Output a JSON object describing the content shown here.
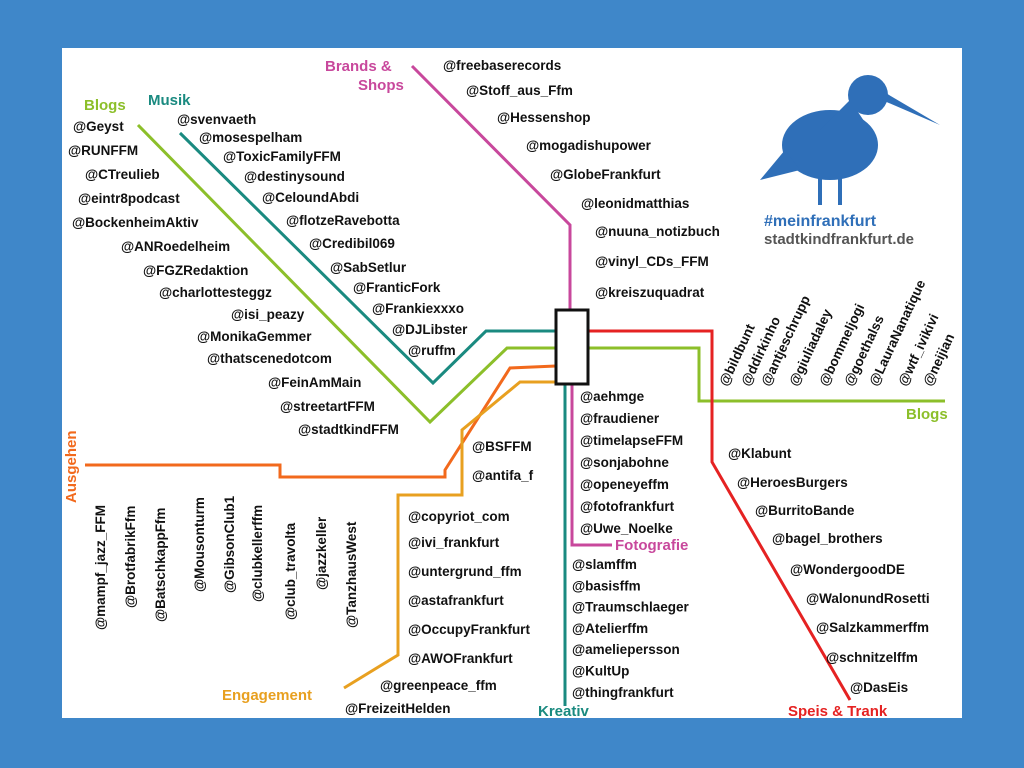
{
  "colors": {
    "background": "#3f87c9",
    "blogs": "#8cbf2a",
    "musik": "#1a8a80",
    "brands": "#c8489c",
    "ausgehen": "#f2691c",
    "engagement": "#e8a020",
    "speis": "#e52222",
    "fotografie": "#c8489c",
    "kreativ": "#1a8a80",
    "logo_blue": "#2f6fb8",
    "logo_gray": "#555555"
  },
  "logo": {
    "icon": "bird-icon",
    "hashtag": "#meinfrankfurt",
    "site": "stadtkindfrankfurt.de"
  },
  "lines": {
    "brands": {
      "label1": "Brands &",
      "label2": "Shops",
      "items": [
        "@freebaserecords",
        "@Stoff_aus_Ffm",
        "@Hessenshop",
        "@mogadishupower",
        "@GlobeFrankfurt",
        "@leonidmatthias",
        "@nuuna_notizbuch",
        "@vinyl_CDs_FFM",
        "@kreiszuquadrat"
      ]
    },
    "blogs_left": {
      "label": "Blogs",
      "items": [
        "@Geyst",
        "@RUNFFM",
        "@CTreulieb",
        "@eintr8podcast",
        "@BockenheimAktiv",
        "@ANRoedelheim",
        "@FGZRedaktion",
        "@charlottesteggz",
        "@isi_peazy",
        "@MonikaGemmer",
        "@thatscenedotcom",
        "@FeinAmMain",
        "@streetartFFM",
        "@stadtkindFFM"
      ]
    },
    "musik": {
      "label": "Musik",
      "items": [
        "@svenvaeth",
        "@mosespelham",
        "@ToxicFamilyFFM",
        "@destinysound",
        "@CeloundAbdi",
        "@flotzeRavebotta",
        "@Credibil069",
        "@SabSetlur",
        "@FranticFork",
        "@Frankiexxxo",
        "@DJLibster",
        "@ruffm"
      ]
    },
    "blogs_right": {
      "label": "Blogs",
      "items": [
        "@bildbunt",
        "@ddirkinho",
        "@antjeschrupp",
        "@giuliadaley",
        "@bommeljogi",
        "@goethalss",
        "@LauraNanatique",
        "@wtf_ivikivi",
        "@neijian"
      ]
    },
    "ausgehen": {
      "label": "Ausgehen",
      "items": [
        "@mampf_jazz_FFM",
        "@BrotfabrikFfm",
        "@BatschkappFfm",
        "@Mousonturm",
        "@GibsonClub1",
        "@clubkellerffm",
        "@club_travolta",
        "@jazzkeller",
        "@TanzhausWest"
      ]
    },
    "engagement": {
      "label": "Engagement",
      "items": [
        "@BSFFM",
        "@antifa_f",
        "@copyriot_com",
        "@ivi_frankfurt",
        "@untergrund_ffm",
        "@astafrankfurt",
        "@OccupyFrankfurt",
        "@AWOFrankfurt",
        "@greenpeace_ffm",
        "@FreizeitHelden"
      ]
    },
    "fotografie": {
      "label": "Fotografie",
      "items": [
        "@aehmge",
        "@fraudiener",
        "@timelapseFFM",
        "@sonjabohne",
        "@openeyeffm",
        "@fotofrankfurt",
        "@Uwe_Noelke"
      ]
    },
    "kreativ": {
      "label": "Kreativ",
      "items": [
        "@slamffm",
        "@basisffm",
        "@Traumschlaeger",
        "@Atelierffm",
        "@ameliepersson",
        "@KultUp",
        "@thingfrankfurt"
      ]
    },
    "speis": {
      "label": "Speis & Trank",
      "items": [
        "@Klabunt",
        "@HeroesBurgers",
        "@BurritoBande",
        "@bagel_brothers",
        "@WondergoodDE",
        "@WalonundRosetti",
        "@Salzkammerffm",
        "@schnitzelffm",
        "@DasEis"
      ]
    }
  }
}
